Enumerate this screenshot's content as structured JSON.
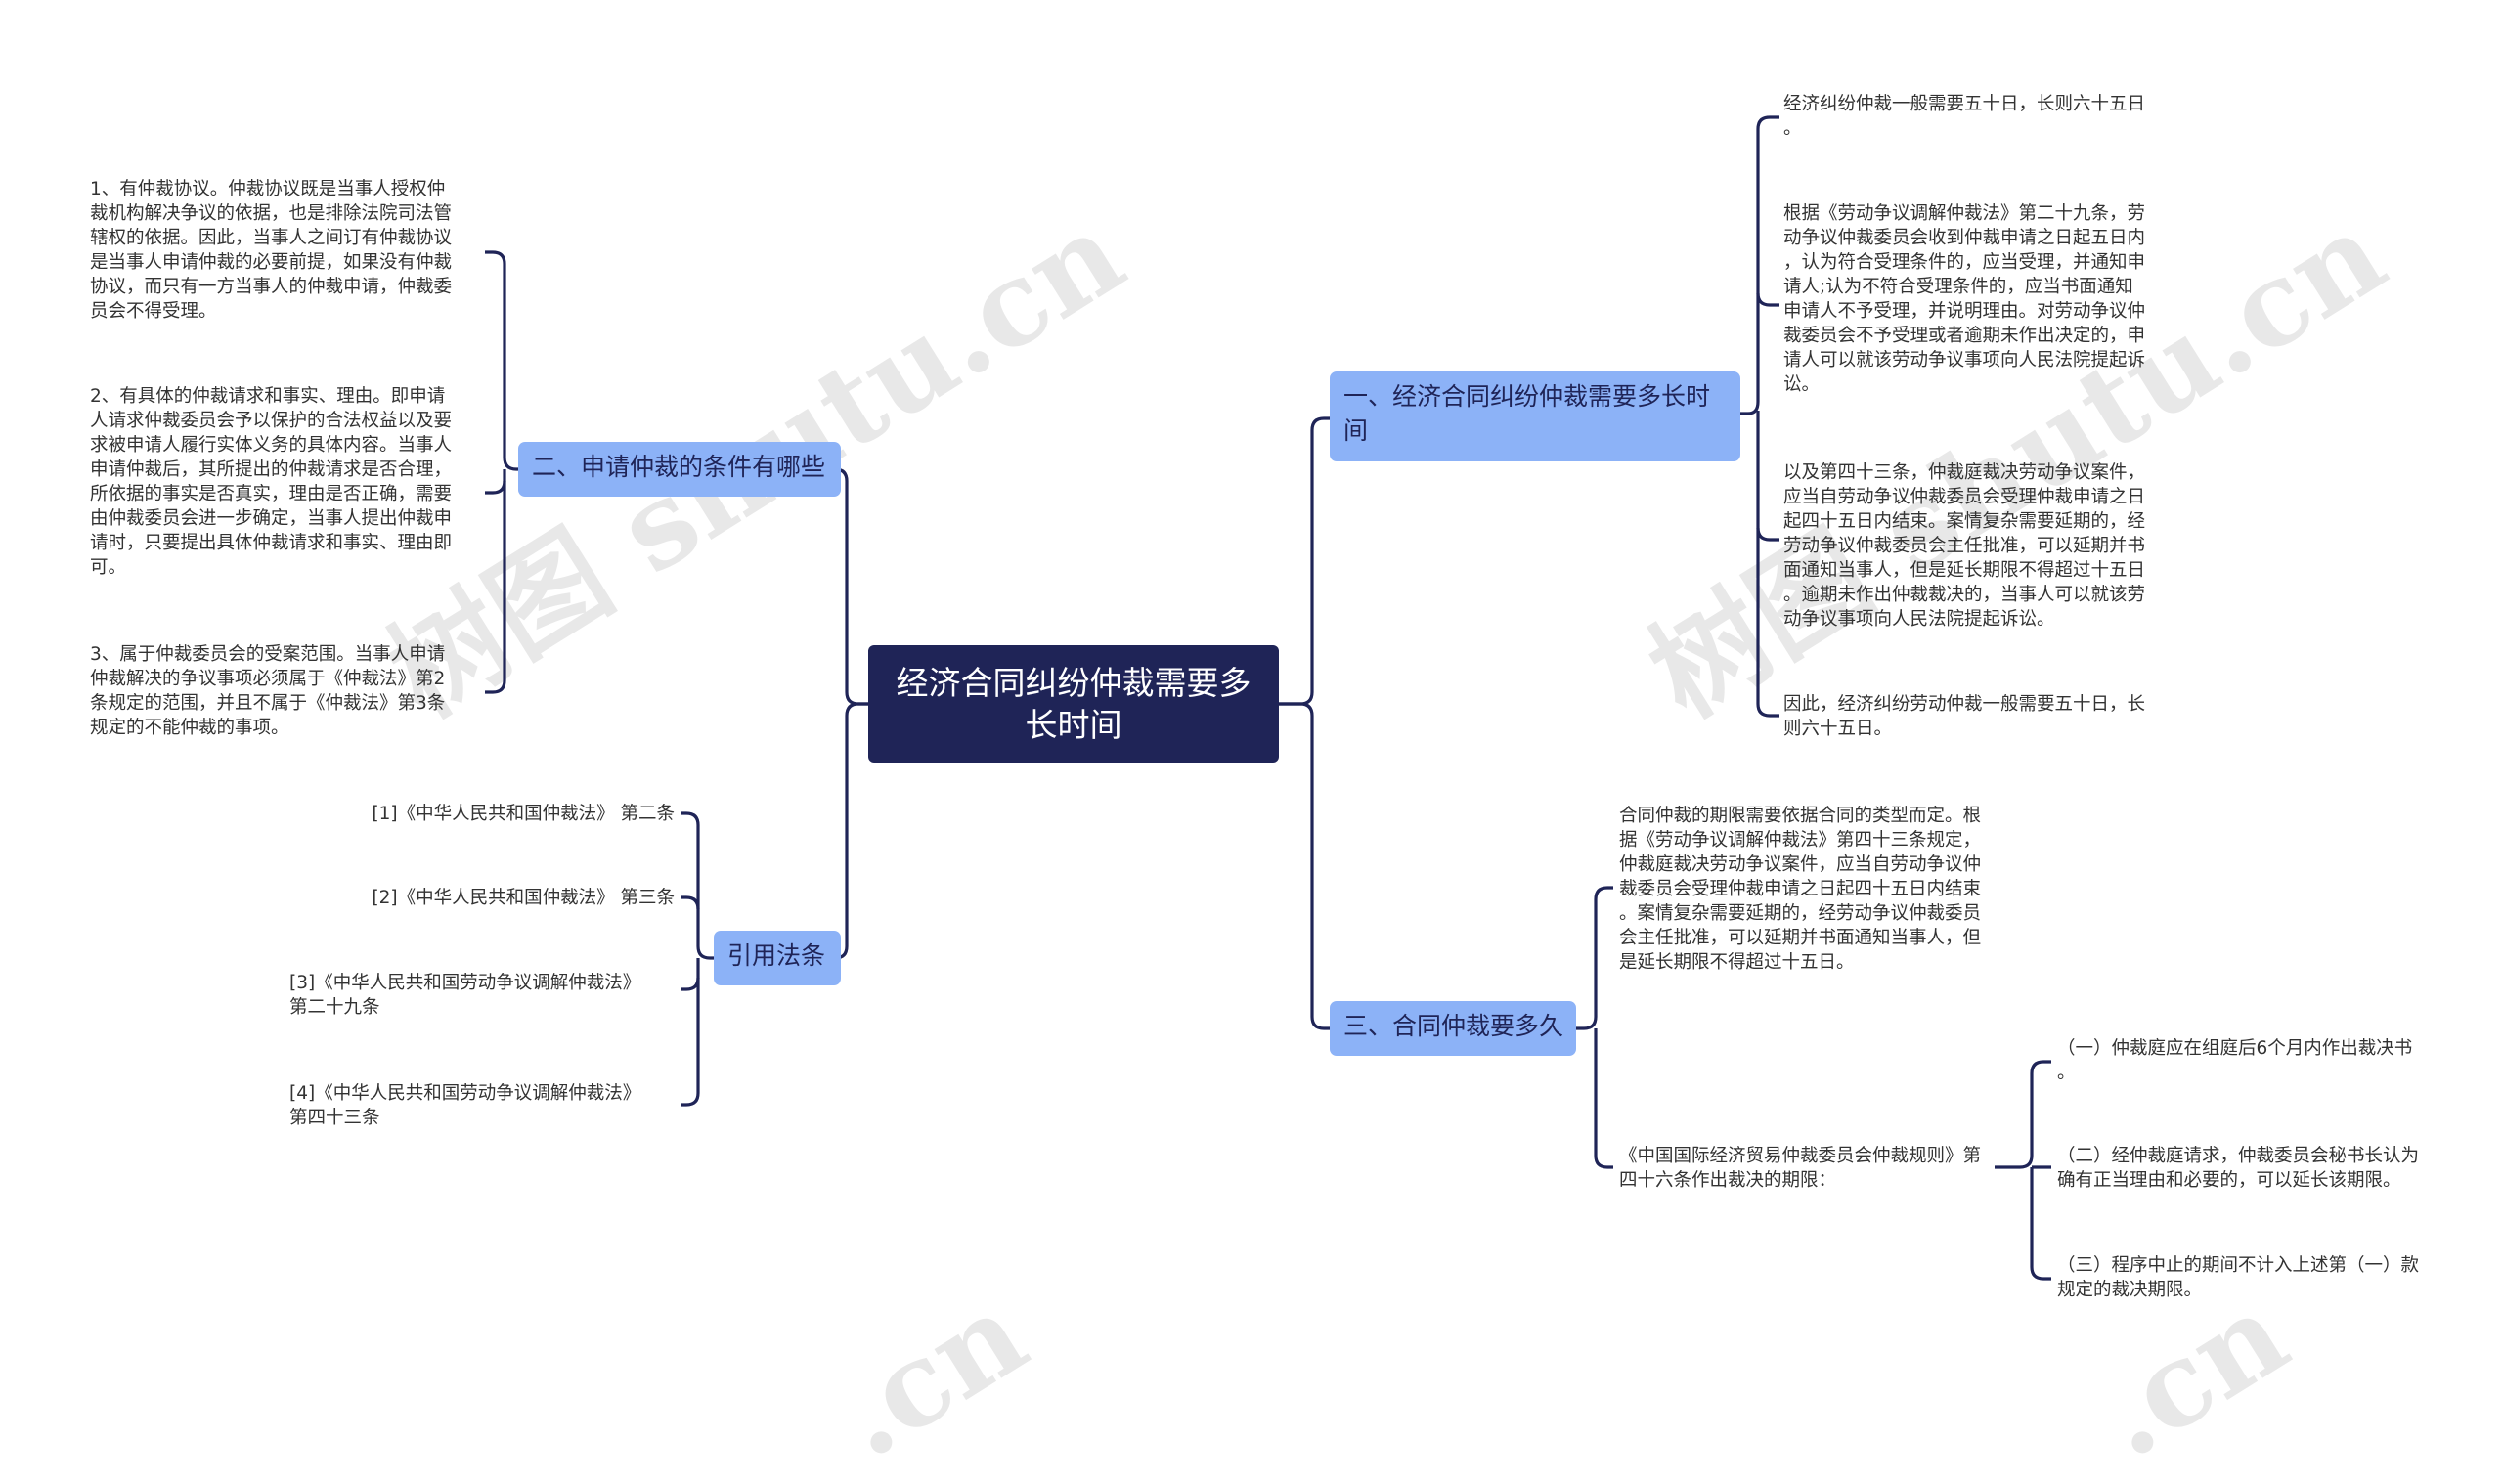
{
  "mindmap": {
    "root": "经济合同纠纷仲裁需要多长时间",
    "branches": {
      "b1": {
        "title": "一、经济合同纠纷仲裁需要多长时\n间",
        "leaves": [
          "经济纠纷仲裁一般需要五十日，长则六十五日\n。",
          "根据《劳动争议调解仲裁法》第二十九条，劳\n动争议仲裁委员会收到仲裁申请之日起五日内\n，认为符合受理条件的，应当受理，并通知申\n请人;认为不符合受理条件的，应当书面通知\n申请人不予受理，并说明理由。对劳动争议仲\n裁委员会不予受理或者逾期未作出决定的，申\n请人可以就该劳动争议事项向人民法院提起诉\n讼。",
          "以及第四十三条，仲裁庭裁决劳动争议案件，\n应当自劳动争议仲裁委员会受理仲裁申请之日\n起四十五日内结束。案情复杂需要延期的，经\n劳动争议仲裁委员会主任批准，可以延期并书\n面通知当事人，但是延长期限不得超过十五日\n。逾期未作出仲裁裁决的，当事人可以就该劳\n动争议事项向人民法院提起诉讼。",
          "因此，经济纠纷劳动仲裁一般需要五十日，长\n则六十五日。"
        ]
      },
      "b2": {
        "title": "二、申请仲裁的条件有哪些",
        "leaves": [
          "1、有仲裁协议。仲裁协议既是当事人授权仲\n裁机构解决争议的依据，也是排除法院司法管\n辖权的依据。因此，当事人之间订有仲裁协议\n是当事人申请仲裁的必要前提，如果没有仲裁\n协议，而只有一方当事人的仲裁申请，仲裁委\n员会不得受理。",
          "2、有具体的仲裁请求和事实、理由。即申请\n人请求仲裁委员会予以保护的合法权益以及要\n求被申请人履行实体义务的具体内容。当事人\n申请仲裁后，其所提出的仲裁请求是否合理，\n所依据的事实是否真实，理由是否正确，需要\n由仲裁委员会进一步确定，当事人提出仲裁申\n请时，只要提出具体仲裁请求和事实、理由即\n可。",
          "3、属于仲裁委员会的受案范围。当事人申请\n仲裁解决的争议事项必须属于《仲裁法》第2\n条规定的范围，并且不属于《仲裁法》第3条\n规定的不能仲裁的事项。"
        ]
      },
      "b3": {
        "title": "三、合同仲裁要多久",
        "leaves": [
          "合同仲裁的期限需要依据合同的类型而定。根\n据《劳动争议调解仲裁法》第四十三条规定，\n仲裁庭裁决劳动争议案件，应当自劳动争议仲\n裁委员会受理仲裁申请之日起四十五日内结束\n。案情复杂需要延期的，经劳动争议仲裁委员\n会主任批准，可以延期并书面通知当事人，但\n是延长期限不得超过十五日。",
          "《中国国际经济贸易仲裁委员会仲裁规则》第\n四十六条作出裁决的期限："
        ],
        "subleaves": [
          "（一）仲裁庭应在组庭后6个月内作出裁决书\n。",
          "（二）经仲裁庭请求，仲裁委员会秘书长认为\n确有正当理由和必要的，可以延长该期限。",
          "（三）程序中止的期间不计入上述第（一）款\n规定的裁决期限。"
        ]
      },
      "b4": {
        "title": "引用法条",
        "leaves": [
          "[1]《中华人民共和国仲裁法》 第二条",
          "[2]《中华人民共和国仲裁法》 第三条",
          "[3]《中华人民共和国劳动争议调解仲裁法》\n第二十九条",
          "[4]《中华人民共和国劳动争议调解仲裁法》\n第四十三条"
        ]
      }
    }
  },
  "watermark": [
    "树图 shutu.cn",
    "树图 shutu.cn",
    ".cn",
    ".cn"
  ],
  "colors": {
    "root_bg": "#1f2457",
    "branch_bg": "#8cb2f7",
    "line": "#1f2457",
    "leaf_text": "#333333"
  }
}
